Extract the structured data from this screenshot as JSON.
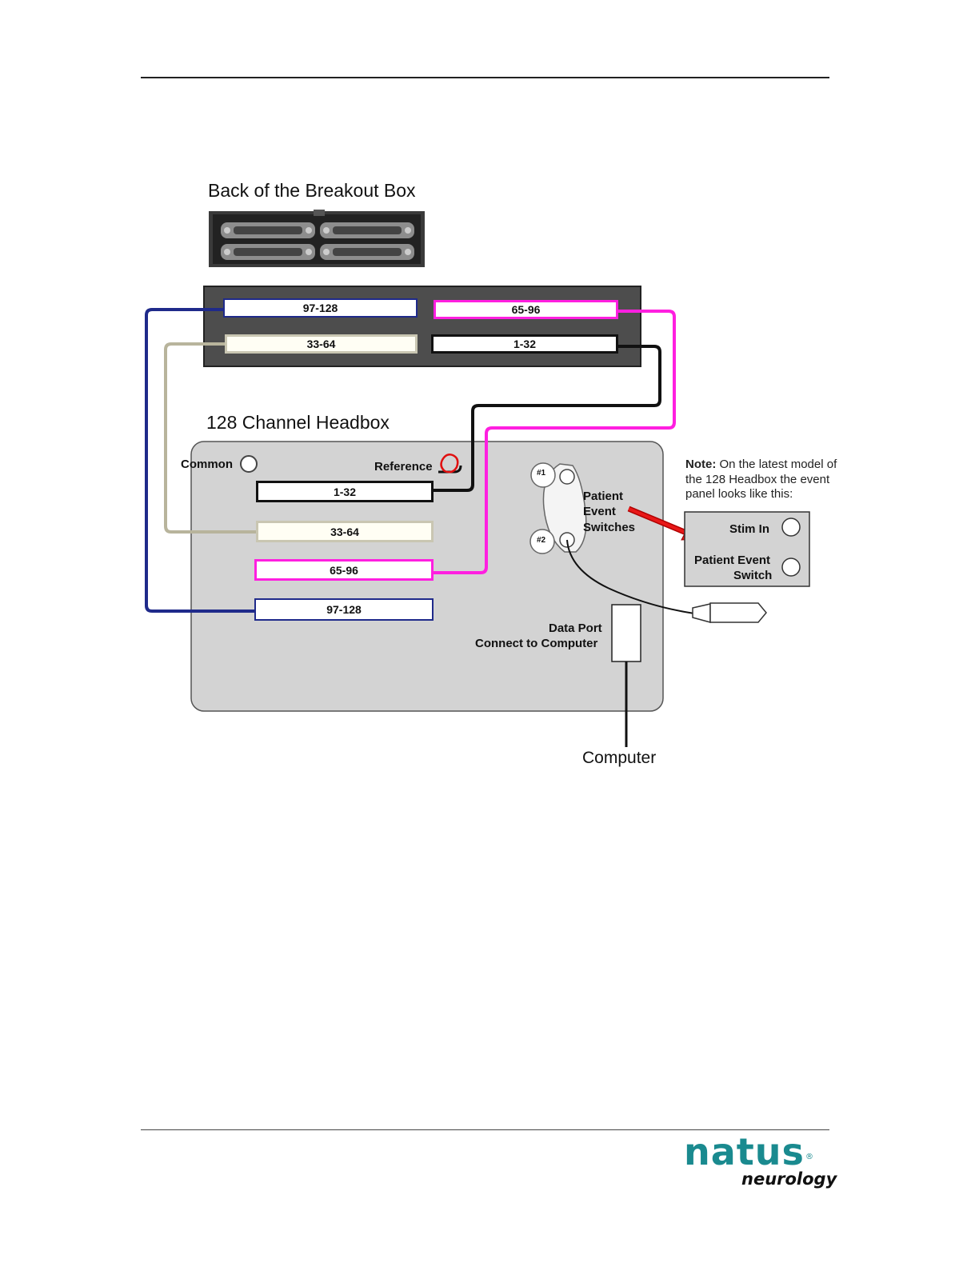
{
  "header": {
    "rule": true
  },
  "breakout_box": {
    "title": "Back of the Breakout Box",
    "ports": [
      {
        "label": "97-128",
        "color": "#1f2a8a"
      },
      {
        "label": "65-96",
        "color": "#ff1fe0"
      },
      {
        "label": "33-64",
        "color": "#b8b49c"
      },
      {
        "label": "1-32",
        "color": "#111111"
      }
    ]
  },
  "headbox": {
    "title": "128 Channel Headbox",
    "common_label": "Common",
    "reference_label": "Reference",
    "ports": [
      {
        "label": "1-32",
        "color": "#111111"
      },
      {
        "label": "33-64",
        "color": "#b8b49c"
      },
      {
        "label": "65-96",
        "color": "#ff1fe0"
      },
      {
        "label": "97-128",
        "color": "#1f2a8a"
      }
    ],
    "switch_1": "#1",
    "switch_2": "#2",
    "patient_event_label_lines": [
      "Patient",
      "Event",
      "Switches"
    ],
    "data_port_line1": "Data Port",
    "data_port_line2": "Connect to Computer"
  },
  "computer_label": "Computer",
  "note": {
    "bold": "Note:",
    "text": " On the latest model of the 128 Headbox the event panel looks like this:",
    "stim_in": "Stim In",
    "patient_event_line1": "Patient Event",
    "patient_event_line2": "Switch"
  },
  "logo": {
    "word": "natus",
    "registered": "®",
    "sub": "neurology",
    "color": "#1a8a8f"
  }
}
